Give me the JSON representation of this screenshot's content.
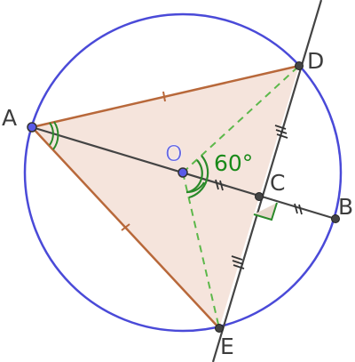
{
  "figure": {
    "points": {
      "A": "A",
      "B": "B",
      "C": "C",
      "D": "D",
      "E": "E",
      "O": "O"
    },
    "angle_label": "60°",
    "colors": {
      "circle": "#4a4ad8",
      "triangle_edge": "#b8683a",
      "triangle_fill": "#f5e4dc",
      "line": "#444444",
      "dashed": "#5cb84a",
      "angle_mark": "#2a8a2a",
      "point_fill": "#5a5ae8",
      "point_dark": "#333333"
    }
  }
}
